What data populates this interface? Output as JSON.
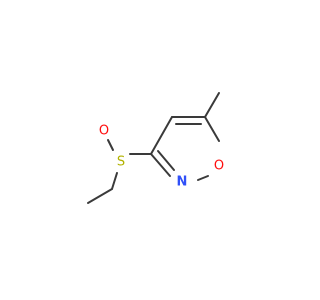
{
  "molecule": {
    "atoms": {
      "oxygen_sulfoxide": {
        "symbol": "O",
        "color": "#ff0d0d"
      },
      "sulfur": {
        "symbol": "S",
        "color": "#b2b200"
      },
      "nitrogen": {
        "symbol": "N",
        "color": "#3050f8"
      },
      "oxygen_ring": {
        "symbol": "O",
        "color": "#ff0d0d"
      }
    },
    "bond_color": "#3a3a3a"
  }
}
